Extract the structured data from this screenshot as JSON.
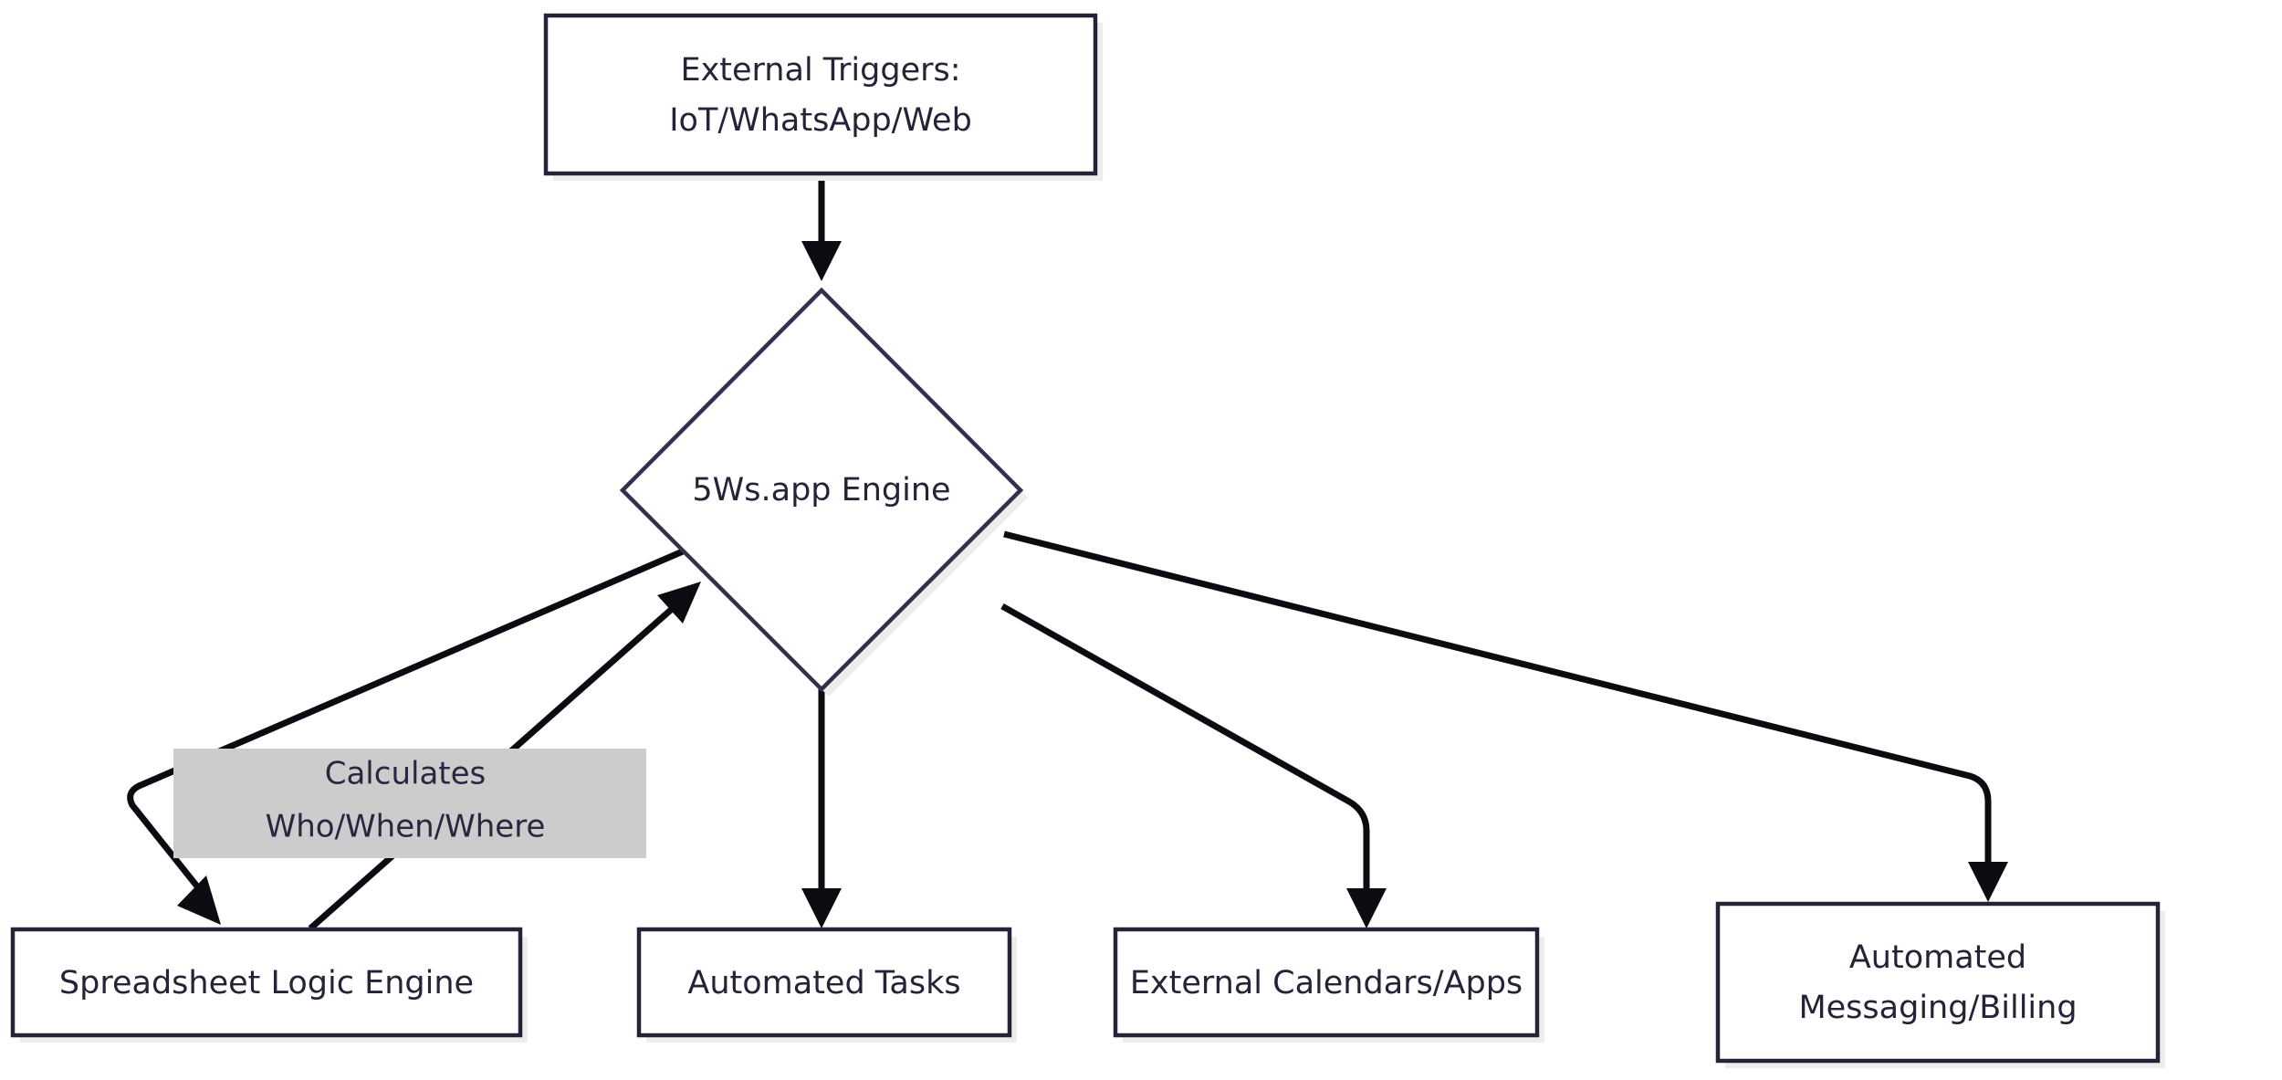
{
  "diagram": {
    "type": "flowchart",
    "direction": "top-down",
    "background_color": "#ffffff",
    "node_border_color": "#252238",
    "node_fill_color": "#ffffff",
    "node_shadow_color": "#ededed",
    "edge_color": "#0b0b12",
    "edge_label_bg_color": "#cccccc",
    "text_color": "#262238",
    "nodes": [
      {
        "id": "external-triggers",
        "shape": "rectangle",
        "line1": "External Triggers:",
        "line2": "IoT/WhatsApp/Web"
      },
      {
        "id": "engine",
        "shape": "diamond",
        "line1": "5Ws.app Engine",
        "line2": ""
      },
      {
        "id": "spreadsheet-logic-engine",
        "shape": "rectangle",
        "line1": "Spreadsheet Logic Engine",
        "line2": ""
      },
      {
        "id": "automated-tasks",
        "shape": "rectangle",
        "line1": "Automated Tasks",
        "line2": ""
      },
      {
        "id": "external-calendars-apps",
        "shape": "rectangle",
        "line1": "External Calendars/Apps",
        "line2": ""
      },
      {
        "id": "automated-messaging-billing",
        "shape": "rectangle",
        "line1": "Automated",
        "line2": "Messaging/Billing"
      }
    ],
    "edge_labels": [
      {
        "id": "calculates-label",
        "line1": "Calculates",
        "line2": "Who/When/Where"
      }
    ],
    "edges": [
      {
        "from": "external-triggers",
        "to": "engine",
        "label": ""
      },
      {
        "from": "engine",
        "to": "spreadsheet-logic-engine",
        "label": "Calculates Who/When/Where"
      },
      {
        "from": "spreadsheet-logic-engine",
        "to": "engine",
        "label": ""
      },
      {
        "from": "engine",
        "to": "automated-tasks",
        "label": ""
      },
      {
        "from": "engine",
        "to": "external-calendars-apps",
        "label": ""
      },
      {
        "from": "engine",
        "to": "automated-messaging-billing",
        "label": ""
      }
    ]
  }
}
